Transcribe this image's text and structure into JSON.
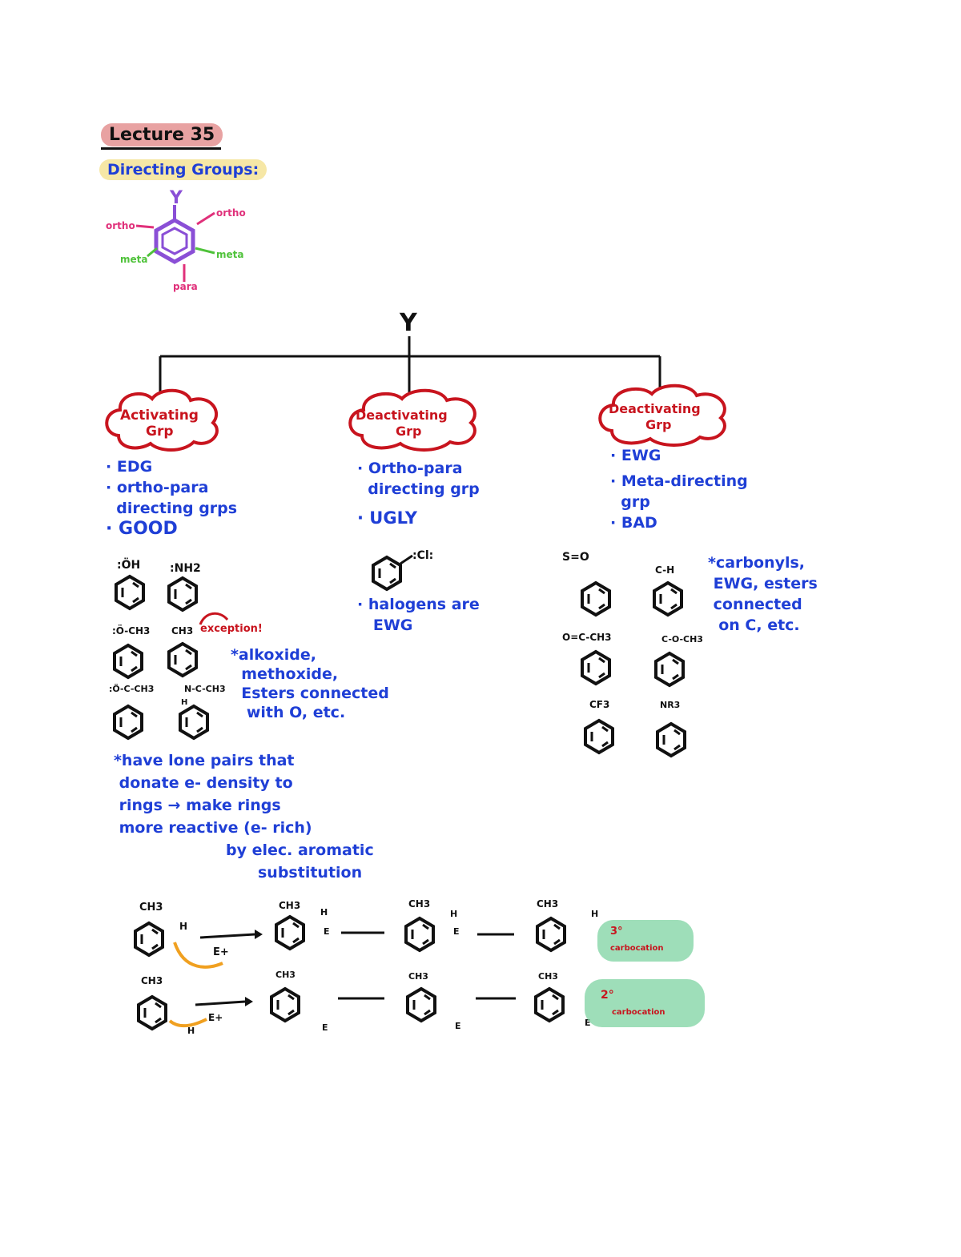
{
  "title": "Lecture 35",
  "subtitle": "Directing Groups:",
  "diagram": {
    "substituent": "Y",
    "positions": {
      "ortho_left": "ortho",
      "ortho_right": "ortho",
      "meta_left": "meta",
      "meta_right": "meta",
      "para": "para"
    }
  },
  "tree": {
    "root": "Y",
    "columns": [
      {
        "cloud": [
          "Activating",
          "Grp"
        ],
        "bullets": [
          "EDG",
          "ortho-para",
          "directing grps",
          "GOOD"
        ],
        "examples": [
          ":ÖH",
          ":NH2",
          ":Ö-CH3",
          "CH3",
          ":Ö-C-CH3",
          "N-C-CH3",
          "H"
        ],
        "exception_note": "exception!",
        "side_note": [
          "*alkoxide,",
          "methoxide,",
          "Esters connected",
          "with O, etc."
        ],
        "bottom_note": [
          "*have lone pairs that",
          "donate e- density to",
          "rings → make rings",
          "more reactive (e- rich)",
          "by elec. aromatic",
          "substitution"
        ]
      },
      {
        "cloud": [
          "Deactivating",
          "Grp"
        ],
        "bullets": [
          "Ortho-para",
          "directing grp",
          "UGLY"
        ],
        "examples": [
          ":Cl:"
        ],
        "note": [
          "halogens are",
          "EWG"
        ]
      },
      {
        "cloud": [
          "Deactivating",
          "Grp"
        ],
        "bullets": [
          "EWG",
          "Meta-directing",
          "grp",
          "BAD"
        ],
        "examples": [
          "S=O",
          "C-H",
          "O=C-CH3",
          "C-O-CH3",
          "CF3",
          "NR3"
        ],
        "side_note": [
          "*carbonyls,",
          "EWG, esters",
          "connected",
          "on C, etc."
        ]
      }
    ]
  },
  "mechanism": {
    "reagent": "E+",
    "row1_label": [
      "3°",
      "carbocation"
    ],
    "row2_label": [
      "2°",
      "carbocation"
    ],
    "methyl": "CH3",
    "H": "H",
    "E": "E"
  },
  "colors": {
    "blue": "#1f3fd6",
    "red": "#c8141e",
    "orange": "#f0a020",
    "green_hl": "#7ed3a2",
    "purple": "#8a4fd6",
    "pink": "#e0307a",
    "green": "#4fc23a"
  }
}
